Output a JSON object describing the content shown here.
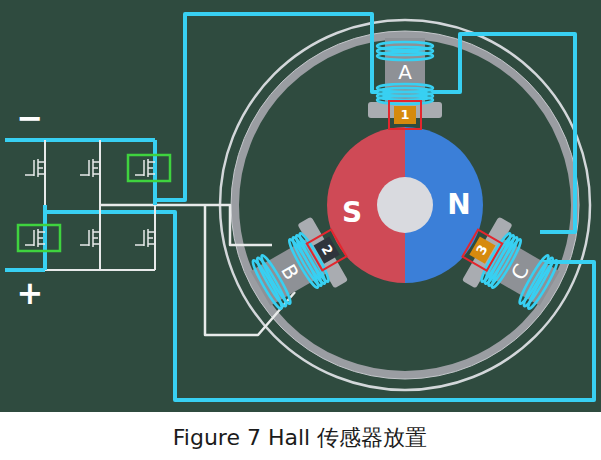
{
  "diagram": {
    "caption": "Figure 7 Hall 传感器放置",
    "nodes": [
      {
        "text": [
          "1"
        ]
      },
      {
        "text": [
          "2"
        ]
      },
      {
        "text": [
          "3"
        ]
      }
    ],
    "labels": [
      "−",
      "+",
      "A",
      "B",
      "C",
      "S",
      "N"
    ]
  }
}
